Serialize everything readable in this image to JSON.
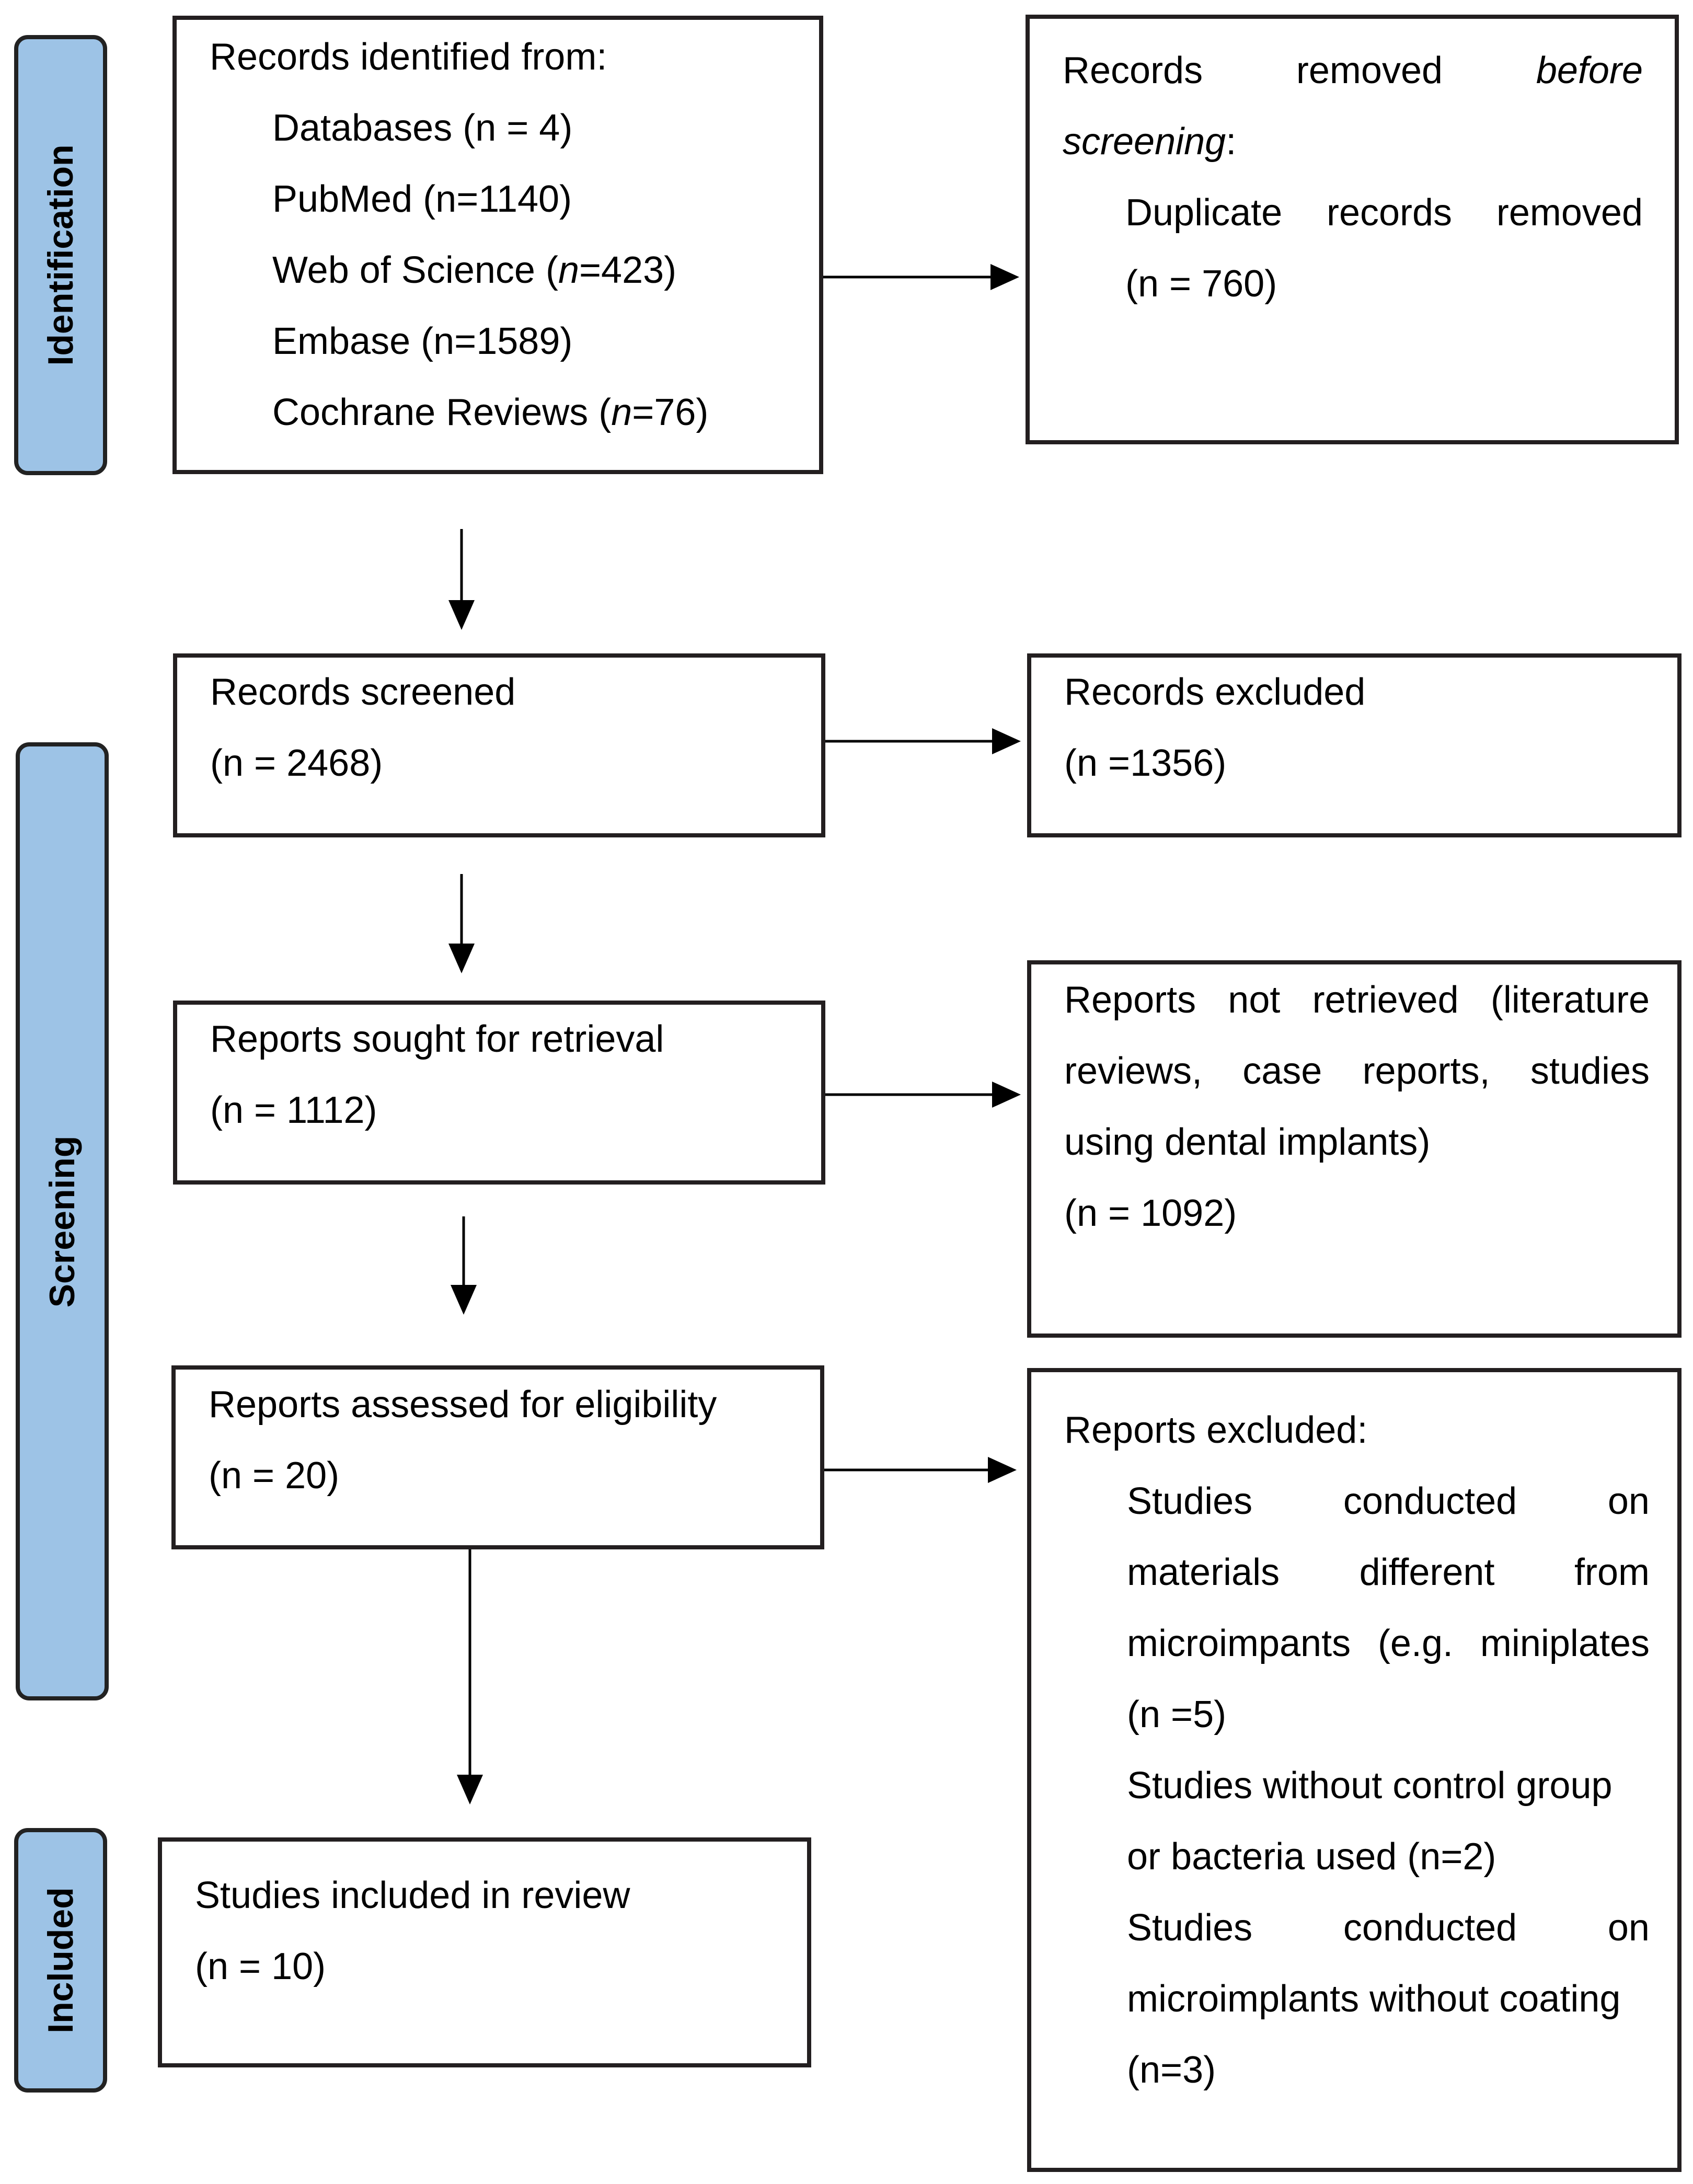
{
  "stages": {
    "identification": "Identification",
    "screening": "Screening",
    "included": "Included"
  },
  "identified": {
    "title": "Records identified from:",
    "databases": "Databases (n = 4)",
    "pubmed": "PubMed (n=1140)",
    "wos_pre": "Web of Science (",
    "wos_n": "n",
    "wos_post": "=423)",
    "embase": "Embase (n=1589)",
    "cochrane_pre": "Cochrane Reviews (",
    "cochrane_n": "n",
    "cochrane_post": "=76)"
  },
  "removed": {
    "w1": "Records",
    "w2": "removed",
    "w3": "before",
    "w4": "screening",
    "colon": ":",
    "d1": "Duplicate",
    "d2": "records",
    "d3": "removed",
    "count": "(n = 760)"
  },
  "screened": {
    "title": "Records screened",
    "count": "(n = 2468)"
  },
  "excluded": {
    "title": "Records excluded",
    "count": "(n =1356)"
  },
  "sought": {
    "title": "Reports sought for retrieval",
    "count": "(n = 1112)"
  },
  "not_retrieved": {
    "l1": [
      "Reports",
      "not",
      "retrieved",
      "(literature"
    ],
    "l2": [
      "reviews,",
      "case",
      "reports,",
      "studies"
    ],
    "l3": "using dental implants)",
    "count": "(n = 1092)"
  },
  "assessed": {
    "title": "Reports assessed for eligibility",
    "count": "(n = 20)"
  },
  "reports_excluded": {
    "title": "Reports excluded:",
    "r1a": [
      "Studies",
      "conducted",
      "on"
    ],
    "r1b": [
      "materials",
      "different",
      "from"
    ],
    "r1c": [
      "microimpants",
      "(e.g.",
      "miniplates"
    ],
    "r1d": "(n =5)",
    "r2a": "Studies without control group",
    "r2b": "or bacteria used (n=2)",
    "r3a": [
      "Studies",
      "conducted",
      "on"
    ],
    "r3b": "microimplants without coating",
    "r3c": "(n=3)"
  },
  "included": {
    "title": "Studies included in review",
    "count": "(n = 10)"
  }
}
